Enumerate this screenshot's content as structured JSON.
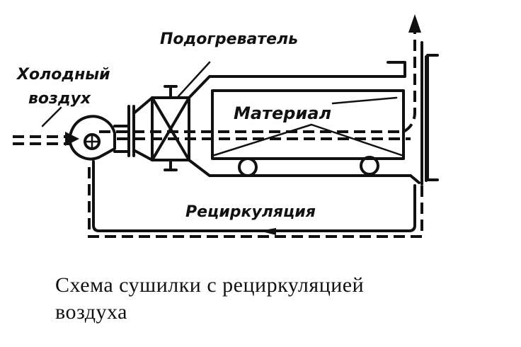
{
  "labels": {
    "cold_air": [
      "Холодный",
      "воздух"
    ],
    "heater": "Подогреватель",
    "material": "Материал",
    "recirculation": "Рециркуляция"
  },
  "caption": [
    "Схема  сушилки  с  рециркуляцией",
    "воздуха"
  ]
}
